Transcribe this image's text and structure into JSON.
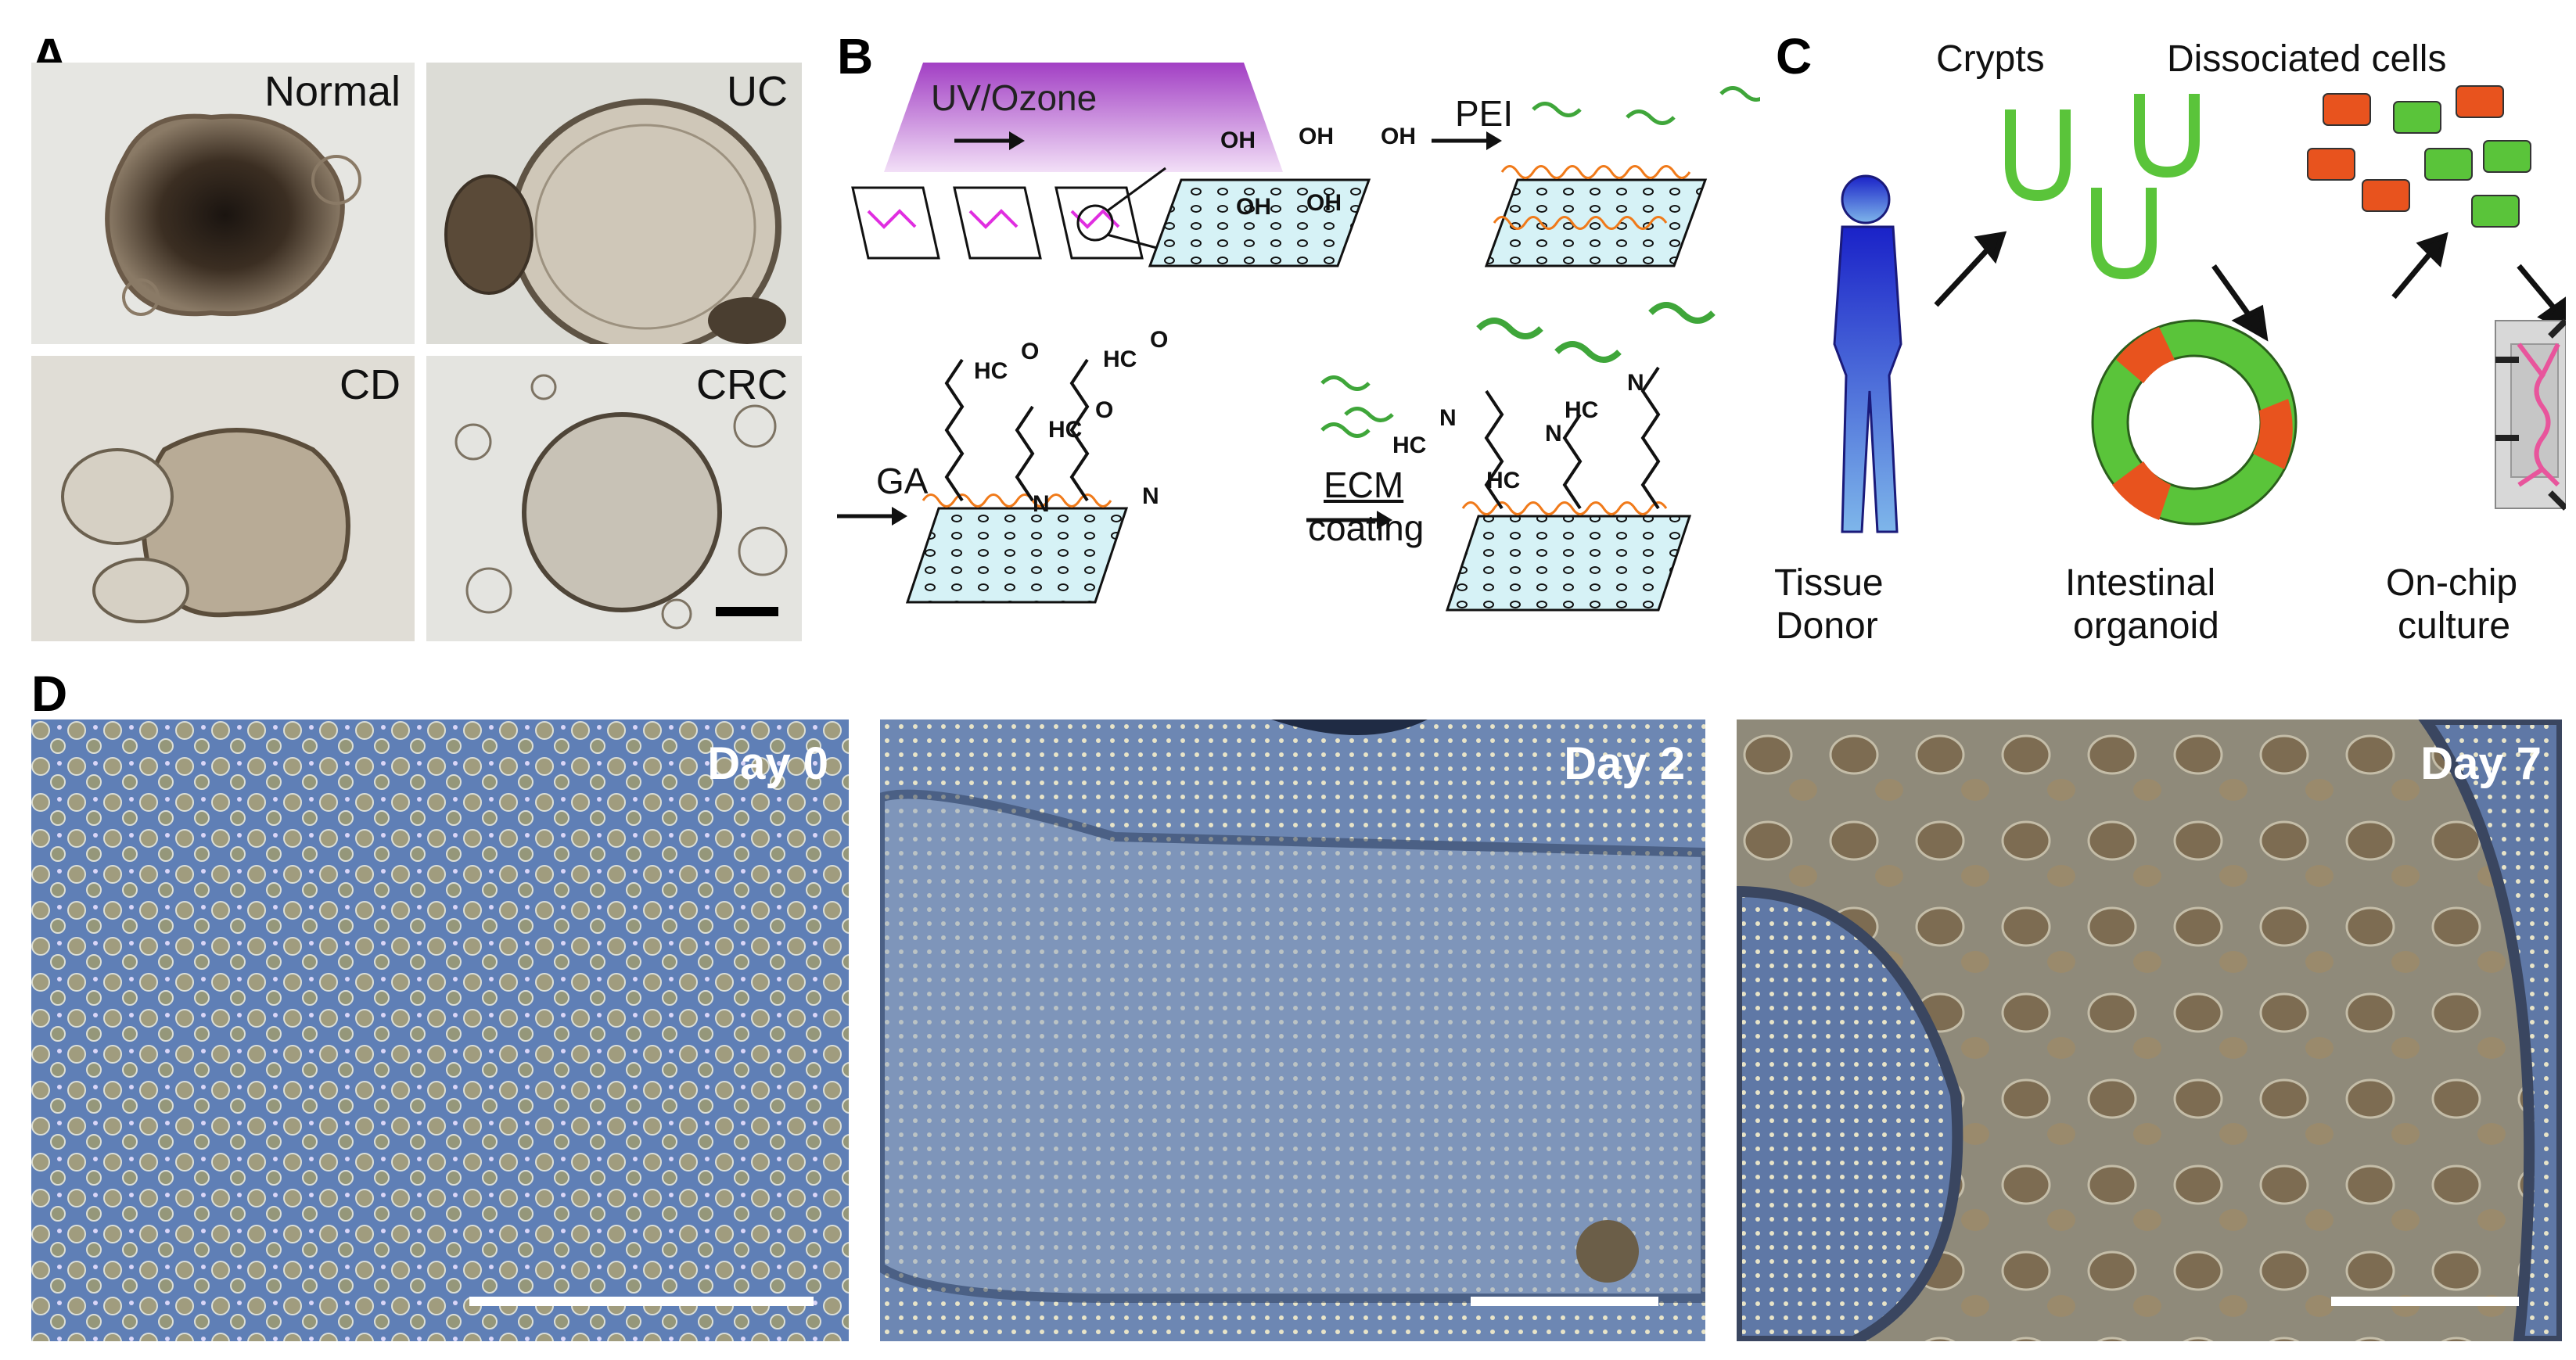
{
  "figure": {
    "panels": {
      "a": {
        "letter": "A",
        "images": [
          {
            "label": "Normal"
          },
          {
            "label": "UC"
          },
          {
            "label": "CD"
          },
          {
            "label": "CRC"
          }
        ]
      },
      "b": {
        "letter": "B",
        "uv_label": "UV/Ozone",
        "pei_label": "PEI",
        "ga_label": "GA",
        "ecm_label": "ECM",
        "coating_label": "coating",
        "oh": "OH",
        "hc": "HC",
        "o": "O",
        "n": "N"
      },
      "c": {
        "letter": "C",
        "crypts": "Crypts",
        "dissociated": "Dissociated  cells",
        "tissue_1": "Tissue",
        "tissue_2": "Donor",
        "intestinal_1": "Intestinal",
        "intestinal_2": "organoid",
        "onchip_1": "On-chip",
        "onchip_2": "culture"
      },
      "d": {
        "letter": "D",
        "days": [
          {
            "label": "Day 0"
          },
          {
            "label": "Day 2"
          },
          {
            "label": "Day 7"
          }
        ]
      }
    },
    "colors": {
      "uv_purple": "#b04ec9",
      "pei_orange": "#f07a1a",
      "dna_green": "#3fa63a",
      "donor_blue": "#2c40d8",
      "organoid_green": "#5ac43a",
      "organoid_red": "#e8531e",
      "chip_pink": "#e8559c",
      "micro_blue": "#6a83b8"
    }
  }
}
